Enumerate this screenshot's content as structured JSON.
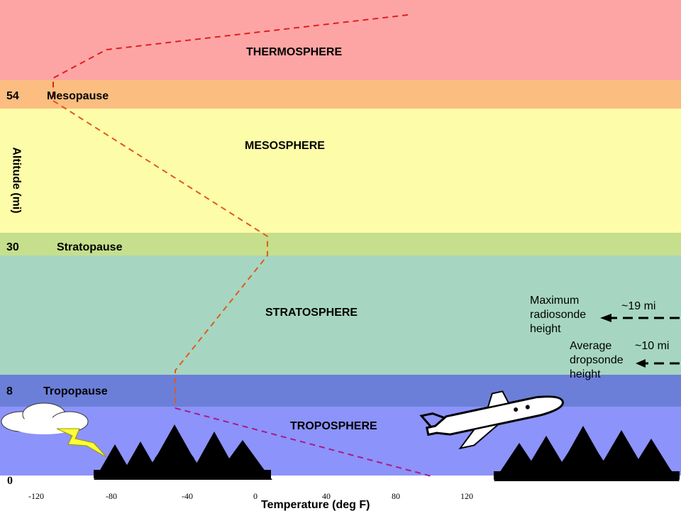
{
  "layers": {
    "thermosphere": "THERMOSPHERE",
    "mesosphere": "MESOSPHERE",
    "stratosphere": "STRATOSPHERE",
    "troposphere": "TROPOSPHERE"
  },
  "boundaries": {
    "mesopause": {
      "altitude": "54",
      "name": "Mesopause"
    },
    "stratopause": {
      "altitude": "30",
      "name": "Stratopause"
    },
    "tropopause": {
      "altitude": "8",
      "name": "Tropopause"
    }
  },
  "axes": {
    "y_label": "Altitude (mi)",
    "y_zero": "0",
    "x_label": "Temperature (deg F)",
    "x_ticks": [
      "-120",
      "-80",
      "-40",
      "0",
      "40",
      "80",
      "120"
    ]
  },
  "annotations": {
    "radiosonde": {
      "label": "Maximum radiosonde height",
      "line1": "Maximum",
      "line2": "radiosonde",
      "line3": "height",
      "value": "~19 mi"
    },
    "dropsonde": {
      "label": "Average dropsonde height",
      "line1": "Average",
      "line2": "dropsonde",
      "line3": "height",
      "value": "~10 mi"
    }
  },
  "colors": {
    "thermosphere": "#fda5a5",
    "mesopause": "#fbbe80",
    "mesosphere": "#fdfca9",
    "stratopause": "#c5df8c",
    "stratosphere": "#a6d6c1",
    "tropopause": "#6b7fd8",
    "troposphere": "#8c93fa",
    "profile_upper": "#e0201c",
    "profile_middle": "#e05a1c",
    "profile_lower": "#a81c80"
  },
  "icons": {
    "cloud": "storm-cloud-icon",
    "lightning": "lightning-bolt-icon",
    "trees": "pine-trees-icon",
    "airplane": "airplane-icon"
  }
}
